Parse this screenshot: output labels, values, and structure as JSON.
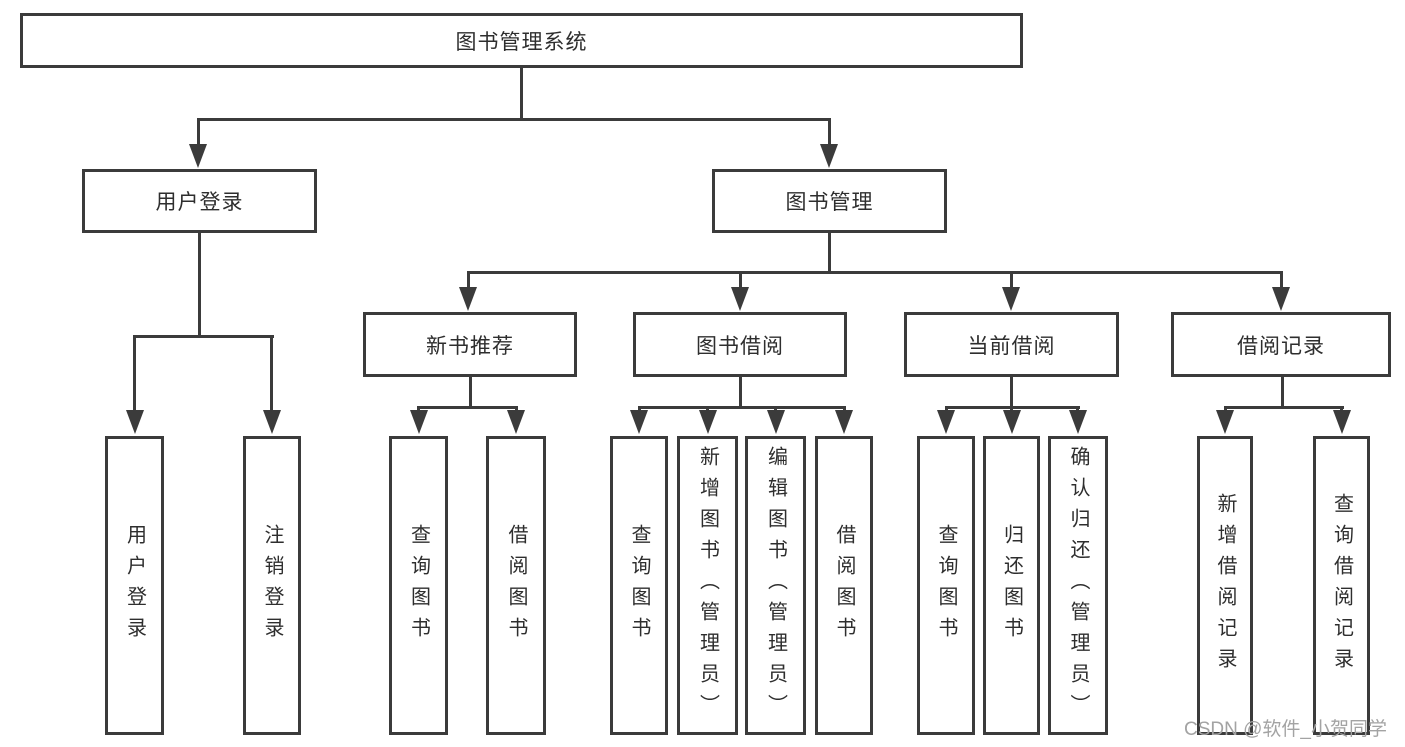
{
  "diagram": {
    "root": {
      "label": "图书管理系统"
    },
    "level2": [
      {
        "label": "用户登录"
      },
      {
        "label": "图书管理"
      }
    ],
    "level3": [
      {
        "label": "新书推荐"
      },
      {
        "label": "图书借阅"
      },
      {
        "label": "当前借阅"
      },
      {
        "label": "借阅记录"
      }
    ],
    "leaves": {
      "user_login": [
        {
          "label": "用户登录"
        },
        {
          "label": "注销登录"
        }
      ],
      "new_book_recommend": [
        {
          "label": "查询图书"
        },
        {
          "label": "借阅图书"
        }
      ],
      "book_borrow": [
        {
          "label": "查询图书"
        },
        {
          "label": "新增图书（管理员）"
        },
        {
          "label": "编辑图书（管理员）"
        },
        {
          "label": "借阅图书"
        }
      ],
      "current_borrow": [
        {
          "label": "查询图书"
        },
        {
          "label": "归还图书"
        },
        {
          "label": "确认归还（管理员）"
        }
      ],
      "borrow_records": [
        {
          "label": "新增借阅记录"
        },
        {
          "label": "查询借阅记录"
        }
      ]
    },
    "watermark": "CSDN @软件_小贺同学",
    "colors": {
      "line": "#3b3b3b",
      "text": "#2e2e2e",
      "background": "#ffffff",
      "watermark": "#a3a3a3"
    }
  }
}
